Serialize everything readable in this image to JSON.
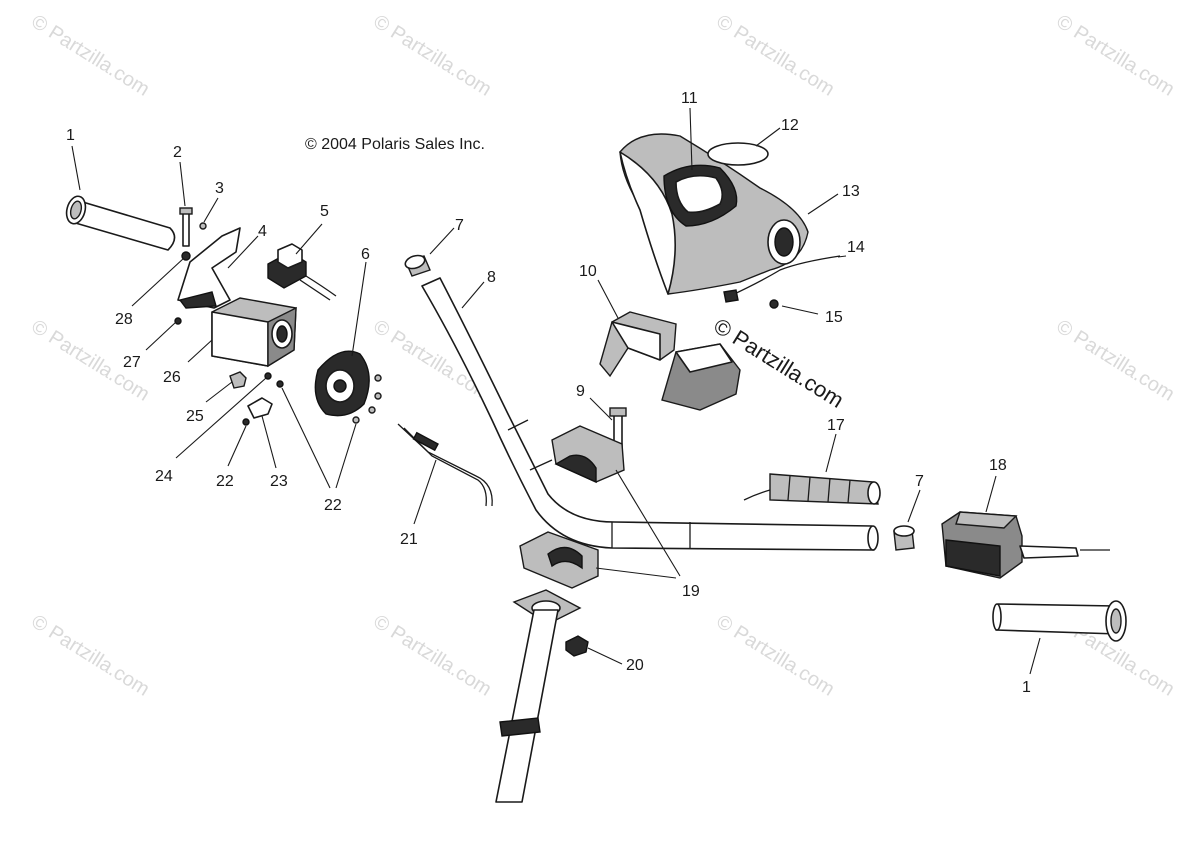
{
  "copyright": "© 2004 Polaris Sales Inc.",
  "watermark": "© Partzilla.com",
  "watermark_overlay": "© Partzilla.com",
  "callouts": [
    {
      "id": "c1a",
      "label": "1"
    },
    {
      "id": "c2",
      "label": "2"
    },
    {
      "id": "c3",
      "label": "3"
    },
    {
      "id": "c4",
      "label": "4"
    },
    {
      "id": "c5",
      "label": "5"
    },
    {
      "id": "c6",
      "label": "6"
    },
    {
      "id": "c7a",
      "label": "7"
    },
    {
      "id": "c8",
      "label": "8"
    },
    {
      "id": "c9",
      "label": "9"
    },
    {
      "id": "c10",
      "label": "10"
    },
    {
      "id": "c11",
      "label": "11"
    },
    {
      "id": "c12",
      "label": "12"
    },
    {
      "id": "c13",
      "label": "13"
    },
    {
      "id": "c14",
      "label": "14"
    },
    {
      "id": "c15",
      "label": "15"
    },
    {
      "id": "c17",
      "label": "17"
    },
    {
      "id": "c7b",
      "label": "7"
    },
    {
      "id": "c18",
      "label": "18"
    },
    {
      "id": "c19",
      "label": "19"
    },
    {
      "id": "c20",
      "label": "20"
    },
    {
      "id": "c21",
      "label": "21"
    },
    {
      "id": "c22a",
      "label": "22"
    },
    {
      "id": "c22b",
      "label": "22"
    },
    {
      "id": "c23",
      "label": "23"
    },
    {
      "id": "c24",
      "label": "24"
    },
    {
      "id": "c25",
      "label": "25"
    },
    {
      "id": "c26",
      "label": "26"
    },
    {
      "id": "c27",
      "label": "27"
    },
    {
      "id": "c28",
      "label": "28"
    },
    {
      "id": "c1b",
      "label": "1"
    }
  ]
}
